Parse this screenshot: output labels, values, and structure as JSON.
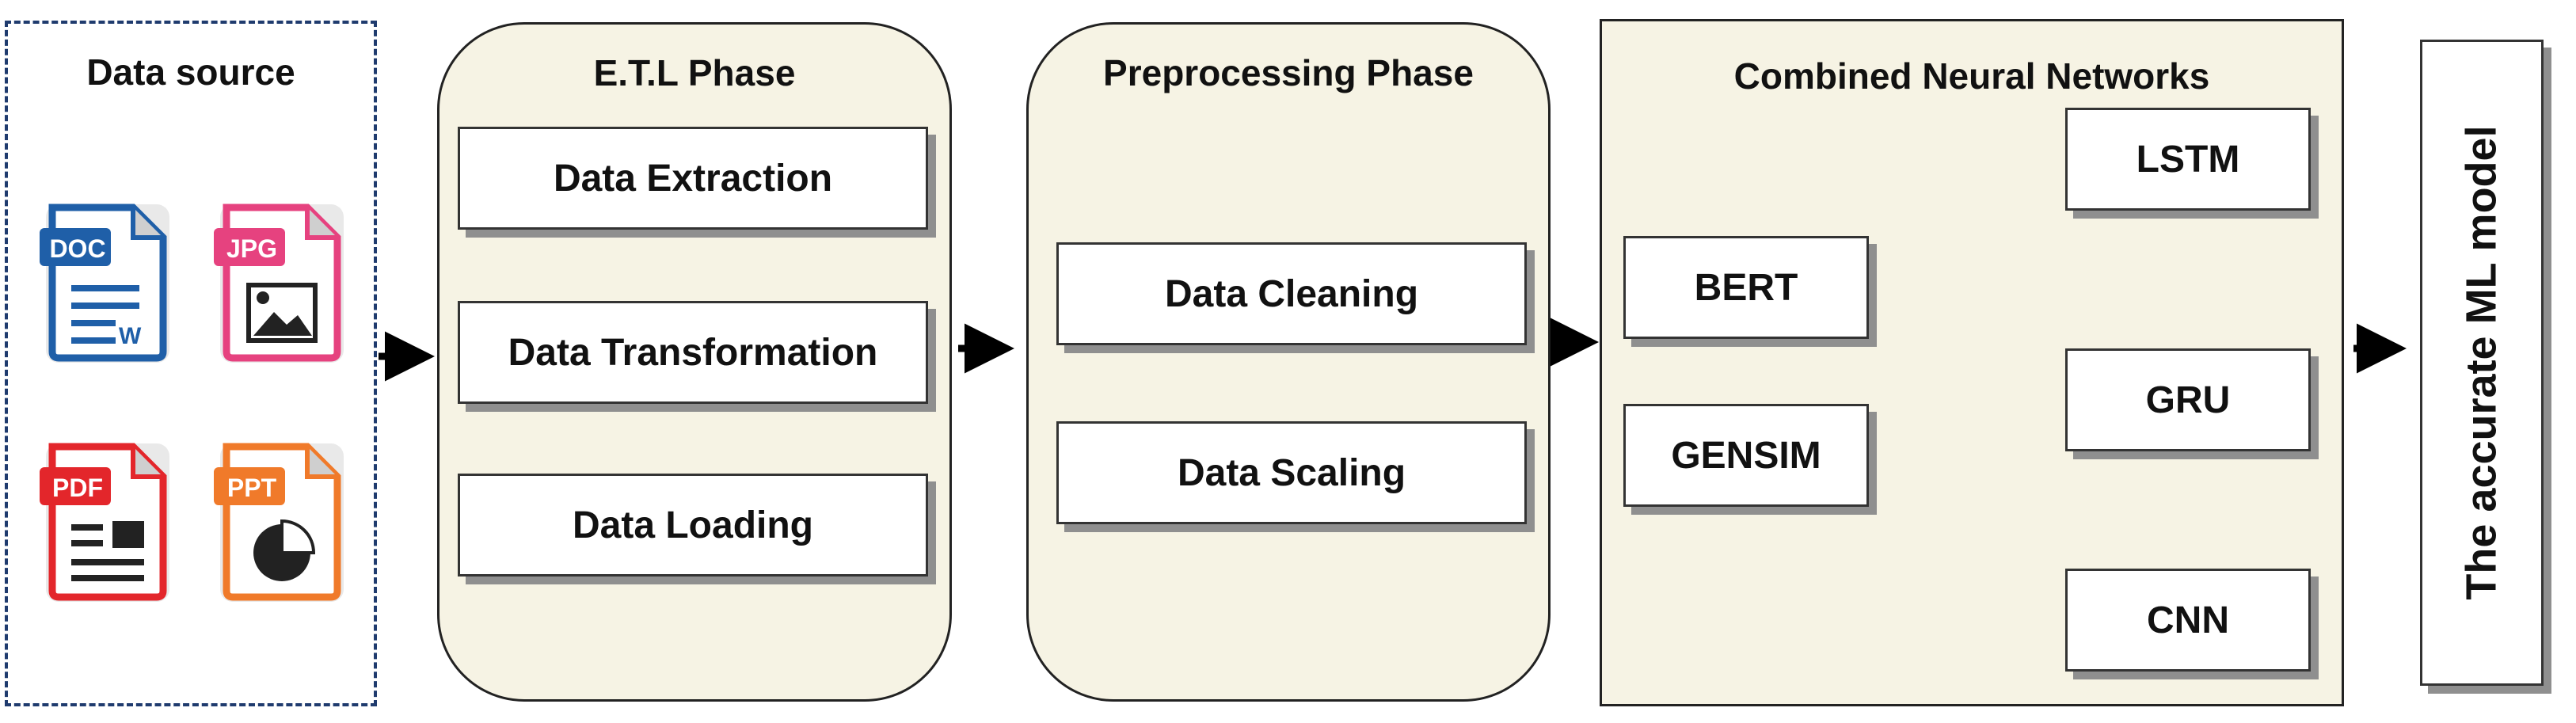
{
  "data_source": {
    "title": "Data source",
    "files": [
      {
        "label": "DOC",
        "color": "#1f5fa8",
        "icon": "doc-file-icon",
        "badge": "W"
      },
      {
        "label": "JPG",
        "color": "#e6427f",
        "icon": "jpg-file-icon"
      },
      {
        "label": "PDF",
        "color": "#e3262b",
        "icon": "pdf-file-icon"
      },
      {
        "label": "PPT",
        "color": "#f07a2a",
        "icon": "ppt-file-icon"
      }
    ]
  },
  "etl": {
    "title": "E.T.L Phase",
    "steps": [
      "Data Extraction",
      "Data Transformation",
      "Data Loading"
    ]
  },
  "preprocessing": {
    "title": "Preprocessing Phase",
    "steps": [
      "Data Cleaning",
      "Data Scaling"
    ]
  },
  "networks": {
    "title": "Combined Neural Networks",
    "inputs": [
      "BERT",
      "GENSIM"
    ],
    "outputs": [
      "LSTM",
      "GRU",
      "CNN"
    ]
  },
  "output": {
    "label": "The accurate ML model"
  },
  "colors": {
    "panel_fill": "#f6f3e4",
    "border": "#222222",
    "shadow": "#8f8f8f",
    "dashed_border": "#1f3b6e"
  }
}
